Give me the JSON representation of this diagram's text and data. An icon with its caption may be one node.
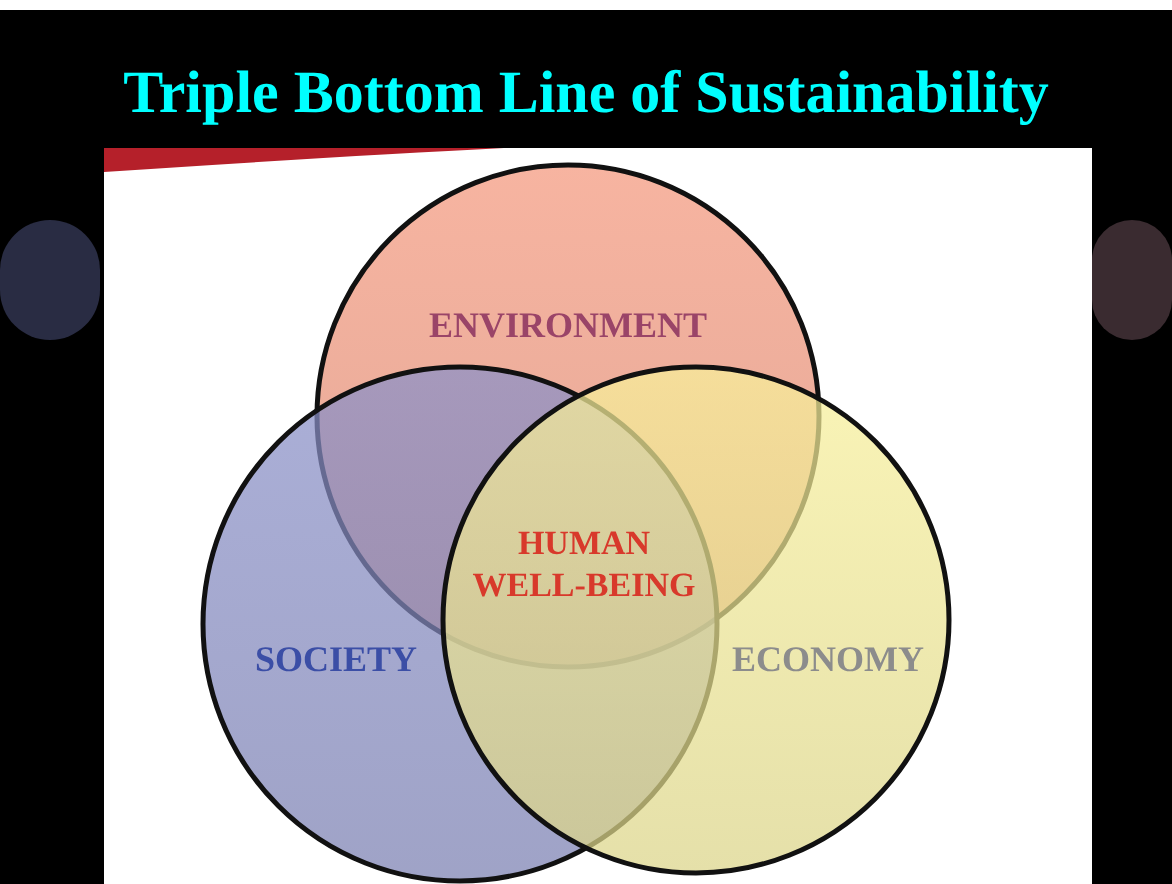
{
  "diagram": {
    "title": "Triple Bottom Line of Sustainability",
    "nodes": [
      {
        "text": [
          "ENVIRONMENT"
        ]
      },
      {
        "text": [
          "SOCIETY"
        ]
      },
      {
        "text": [
          "ECONOMY"
        ]
      }
    ],
    "labels": [
      "HUMAN WELL-BEING"
    ]
  }
}
